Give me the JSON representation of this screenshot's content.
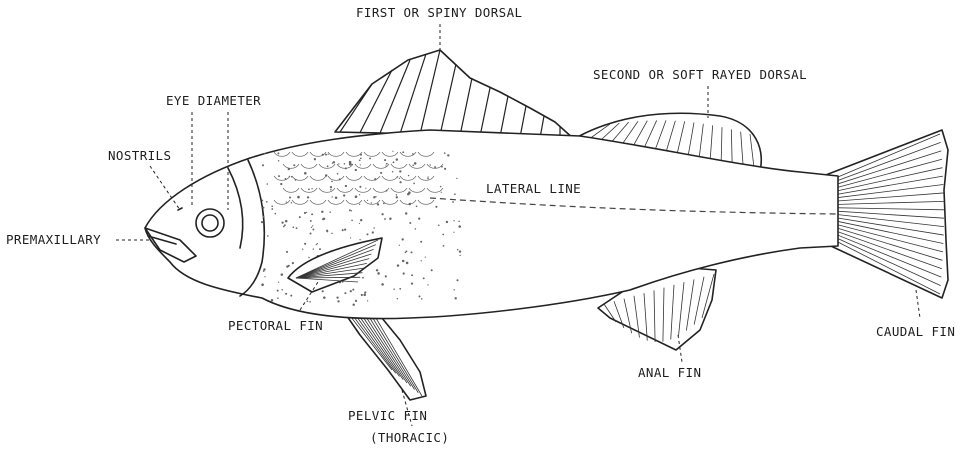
{
  "labels": {
    "first_dorsal": "FIRST OR SPINY DORSAL",
    "second_dorsal": "SECOND OR SOFT RAYED DORSAL",
    "eye_diameter": "EYE DIAMETER",
    "nostrils": "NOSTRILS",
    "lateral_line": "LATERAL LINE",
    "premaxillary": "PREMAXILLARY",
    "pectoral_fin": "PECTORAL FIN",
    "caudal_fin": "CAUDAL FIN",
    "anal_fin": "ANAL FIN",
    "pelvic_fin": "PELVIC FIN",
    "pelvic_fin_note": "(THORACIC)"
  }
}
